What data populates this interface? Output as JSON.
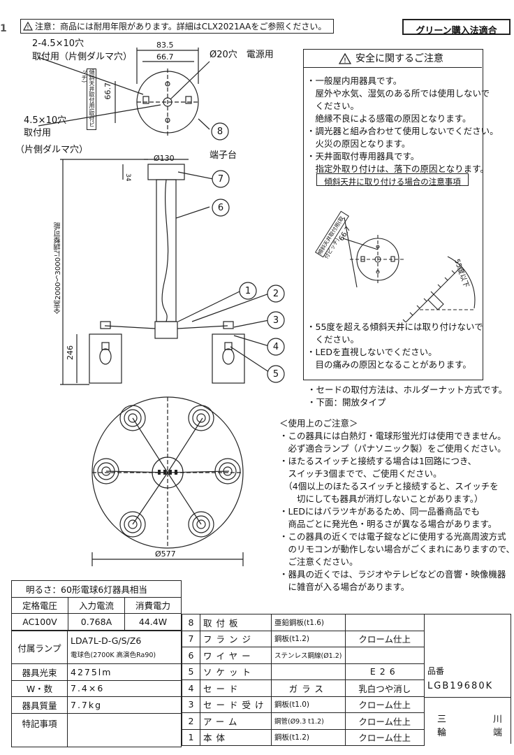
{
  "header": {
    "page_marker": "1",
    "caution": "注意：商品には耐用年限があります。詳細はCLX2021AAをご参照ください。",
    "green_label": "グリーン購入法適合"
  },
  "drawing": {
    "hole_2x": "2-4.5×10穴",
    "mount_side": "取付用（片側ダルマ穴）",
    "dim_835": "83.5",
    "dim_667": "66.7",
    "hole_20": "Ø20穴　電源用",
    "pitch_vertical": "傾斜天井取付用(取付ピッチ)",
    "dim_667_v": "66.7",
    "hole_45": "4.5×10穴",
    "mount_for": "取付用",
    "daruma": "（片側ダルマ穴）",
    "dim_130": "Ø130",
    "terminal": "端子台",
    "dim_34": "34",
    "overall": "全高2000〜3000に調整可能",
    "dim_246": "246",
    "dim_577": "Ø577",
    "callouts": [
      "1",
      "2",
      "3",
      "4",
      "5",
      "6",
      "7",
      "8"
    ]
  },
  "safety": {
    "title": "安全に関するご注意",
    "lines": [
      "・一般屋内用器具です。",
      "　屋外や水気、湿気のある所では使用しないで",
      "　ください。",
      "　絶縁不良による感電の原因となります。",
      "・調光器と組み合わせて使用しないでください。",
      "　火災の原因となります。",
      "・天井面取付専用器具です。",
      "　指定外取り付けは、落下の原因となります。"
    ],
    "slope_box": "傾斜天井に取り付ける場合の注意事項",
    "slope_pitch": "傾斜天井取付用(取付ピッチ)",
    "slope_dim": "66.7",
    "angle_label": "55度以下",
    "lines2": [
      "・55度を超える傾斜天井には取り付けないで",
      "　ください。",
      "・LEDを直視しないでください。",
      "　目の痛みの原因となることがあります。"
    ]
  },
  "shade_notes": [
    "・セードの取付方法は、ホルダーナット方式です。",
    "・下面：開放タイプ"
  ],
  "usage": {
    "title": "＜使用上のご注意＞",
    "lines": [
      "・この器具には白熱灯・電球形蛍光灯は使用できません。",
      "　必ず適合ランプ（パナソニック製）をご使用ください。",
      "・ほたるスイッチと接続する場合は1回路につき、",
      "　スイッチ3個までで、ご使用ください。",
      "　（4個以上のほたるスイッチと接続すると、スイッチを",
      "　　切にしても器具が消灯しないことがあります。）",
      "・LEDにはバラツキがあるため、同一品番商品でも",
      "　商品ごとに発光色・明るさが異なる場合があります。",
      "・この器具の近くでは電子錠などに使用する光高周波方式",
      "　のリモコンが動作しない場合がごくまれにありますので、",
      "　ご注意ください。",
      "・器具の近くでは、ラジオやテレビなどの音響・映像機器",
      "　に雑音が入る場合があります。"
    ]
  },
  "specs": {
    "brightness": "明るさ：60形電球6灯器具相当",
    "h_voltage": "定格電圧",
    "h_current": "入力電流",
    "h_power": "消費電力",
    "voltage": "AC100V",
    "current": "0.768A",
    "power": "44.4W",
    "lamp_label": "付属ランプ",
    "lamp_model": "LDA7L-D-G/S/Z6",
    "lamp_note": "電球色(2700K 高演色Ra90)",
    "flux_label": "器具光束",
    "flux": "4275lm",
    "w_label": "W・数",
    "w": "7.4×6",
    "mass_label": "器具質量",
    "mass": "7.7kg",
    "special_label": "特記事項"
  },
  "parts": [
    {
      "no": "8",
      "name": "取付板",
      "material": "亜鉛鋼板(t1.6)",
      "finish": ""
    },
    {
      "no": "7",
      "name": "フランジ",
      "material": "鋼板(t1.2)",
      "finish": "クローム仕上"
    },
    {
      "no": "6",
      "name": "ワイヤー",
      "material": "ステンレス鋼線(Ø1.2)",
      "finish": ""
    },
    {
      "no": "5",
      "name": "ソケット",
      "material": "",
      "finish": "E26"
    },
    {
      "no": "4",
      "name": "セード",
      "material": "ガラス",
      "finish": "乳白つや消し"
    },
    {
      "no": "3",
      "name": "セード受け",
      "material": "鋼板(t1.0)",
      "finish": "クローム仕上"
    },
    {
      "no": "2",
      "name": "アーム",
      "material": "鋼管(Ø9.3 t1.2)",
      "finish": "クローム仕上"
    },
    {
      "no": "1",
      "name": "本体",
      "material": "鋼板(t1.2)",
      "finish": "クローム仕上"
    }
  ],
  "product": {
    "label": "品番",
    "code": "LGB19680K",
    "maker1": "三",
    "maker2": "輪",
    "maker3": "川",
    "maker4": "端"
  }
}
